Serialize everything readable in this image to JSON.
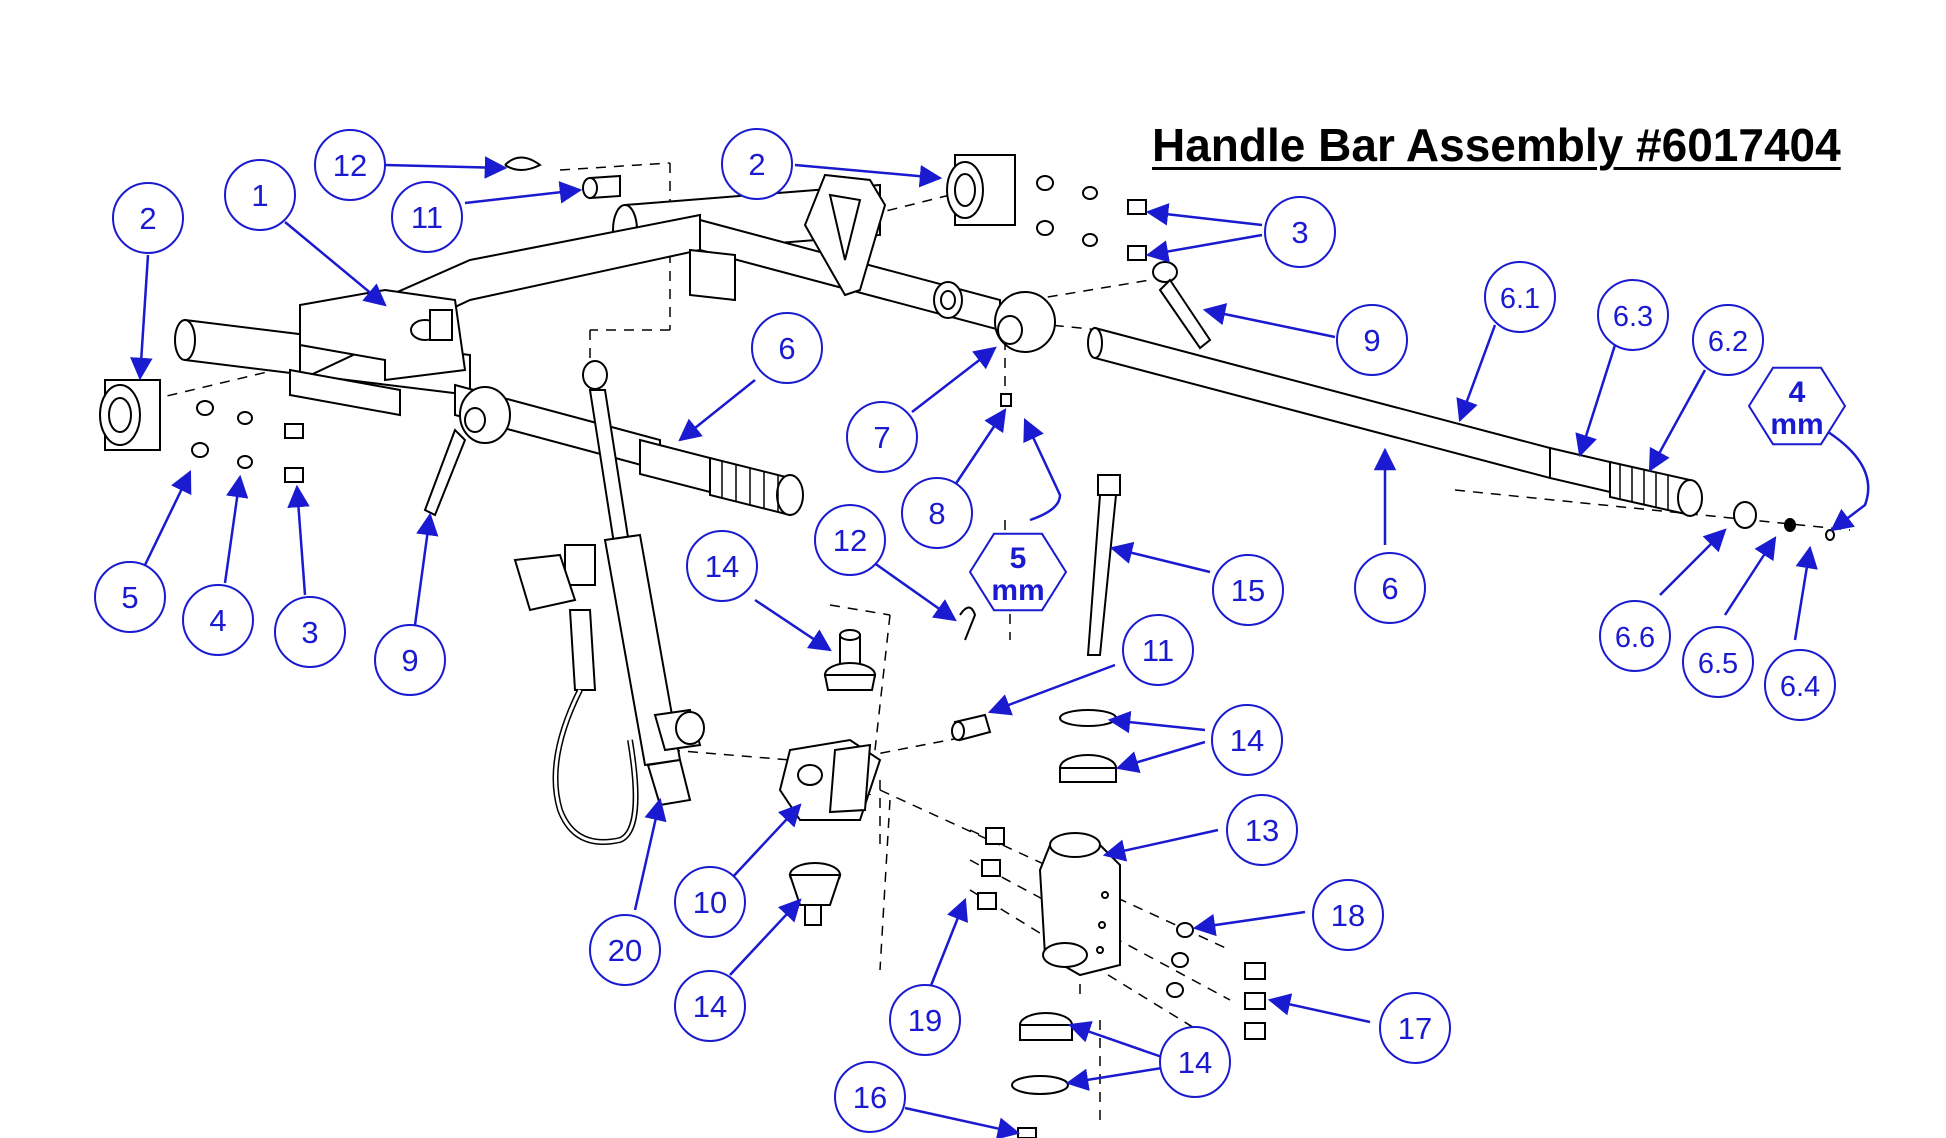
{
  "title": "Handle Bar Assembly #6017404",
  "colors": {
    "callout": "#1a1ad0",
    "line": "#000000",
    "background": "#ffffff"
  },
  "callouts": [
    {
      "id": "c2a",
      "label": "2"
    },
    {
      "id": "c1",
      "label": "1"
    },
    {
      "id": "c12a",
      "label": "12"
    },
    {
      "id": "c11a",
      "label": "11"
    },
    {
      "id": "c2b",
      "label": "2"
    },
    {
      "id": "c3a",
      "label": "3"
    },
    {
      "id": "c9a",
      "label": "9"
    },
    {
      "id": "c6a",
      "label": "6"
    },
    {
      "id": "c7",
      "label": "7"
    },
    {
      "id": "c8",
      "label": "8"
    },
    {
      "id": "c5",
      "label": "5"
    },
    {
      "id": "c4",
      "label": "4"
    },
    {
      "id": "c3b",
      "label": "3"
    },
    {
      "id": "c9b",
      "label": "9"
    },
    {
      "id": "c6_1",
      "label": "6.1"
    },
    {
      "id": "c6_3",
      "label": "6.3"
    },
    {
      "id": "c6_2",
      "label": "6.2"
    },
    {
      "id": "c6b",
      "label": "6"
    },
    {
      "id": "c15",
      "label": "15"
    },
    {
      "id": "c6_6",
      "label": "6.6"
    },
    {
      "id": "c6_5",
      "label": "6.5"
    },
    {
      "id": "c6_4",
      "label": "6.4"
    },
    {
      "id": "c14a",
      "label": "14"
    },
    {
      "id": "c12b",
      "label": "12"
    },
    {
      "id": "c11b",
      "label": "11"
    },
    {
      "id": "c14b",
      "label": "14"
    },
    {
      "id": "c13",
      "label": "13"
    },
    {
      "id": "c10",
      "label": "10"
    },
    {
      "id": "c20",
      "label": "20"
    },
    {
      "id": "c14c",
      "label": "14"
    },
    {
      "id": "c18",
      "label": "18"
    },
    {
      "id": "c19",
      "label": "19"
    },
    {
      "id": "c17",
      "label": "17"
    },
    {
      "id": "c14d",
      "label": "14"
    },
    {
      "id": "c16",
      "label": "16"
    }
  ],
  "tool_notes": [
    {
      "id": "hex5",
      "size": "5",
      "unit": "mm"
    },
    {
      "id": "hex4",
      "size": "4",
      "unit": "mm"
    }
  ]
}
